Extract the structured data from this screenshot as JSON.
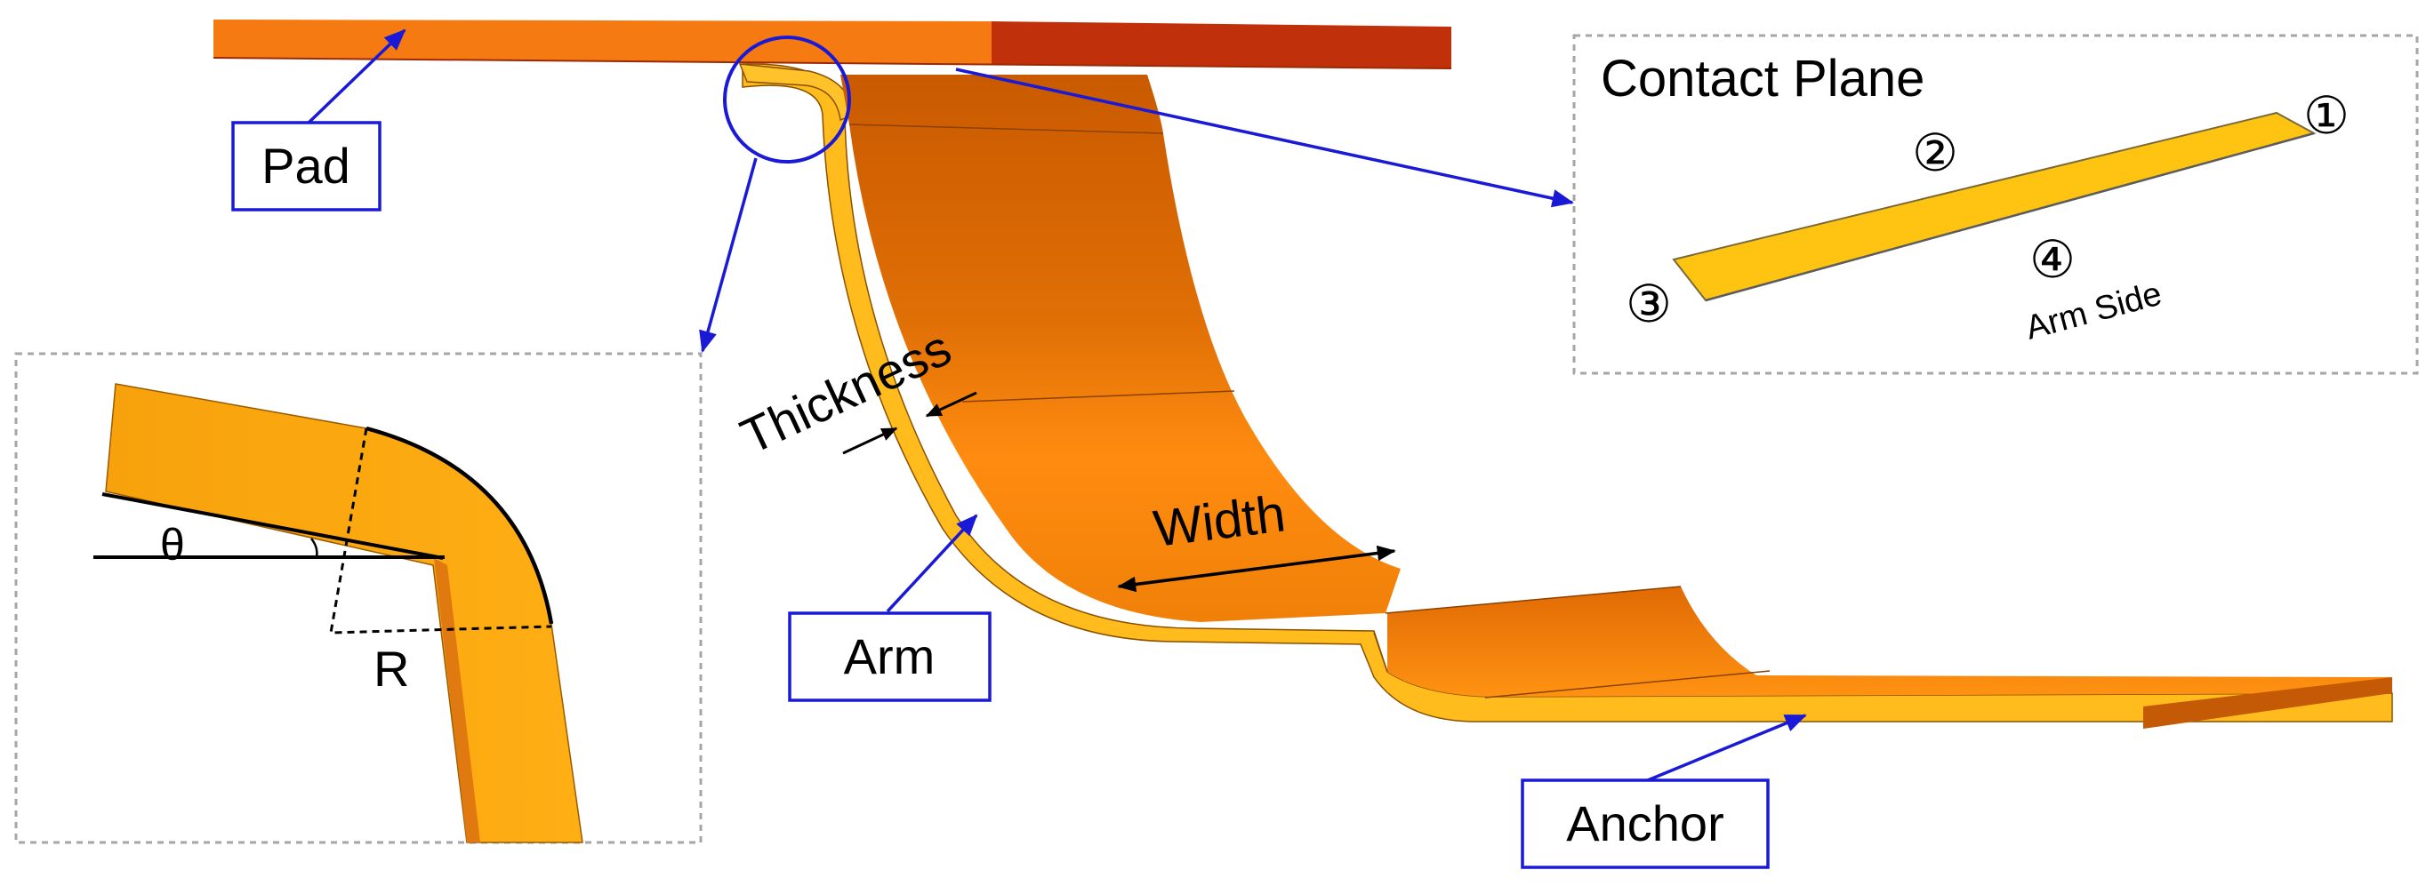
{
  "labels": {
    "pad": "Pad",
    "arm": "Arm",
    "anchor": "Anchor",
    "thickness": "Thickness",
    "width": "Width",
    "contact_plane": "Contact Plane",
    "arm_side": "Arm Side",
    "theta": "θ",
    "radius": "R"
  },
  "markers": {
    "m1": "①",
    "m2": "②",
    "m3": "③",
    "m4": "④"
  },
  "colors": {
    "pad_front": "#f57a12",
    "pad_back": "#c0300a",
    "arm_face": "#d86a08",
    "arm_edge": "#ffbc1c",
    "callout_blue": "#1a1ad6"
  }
}
